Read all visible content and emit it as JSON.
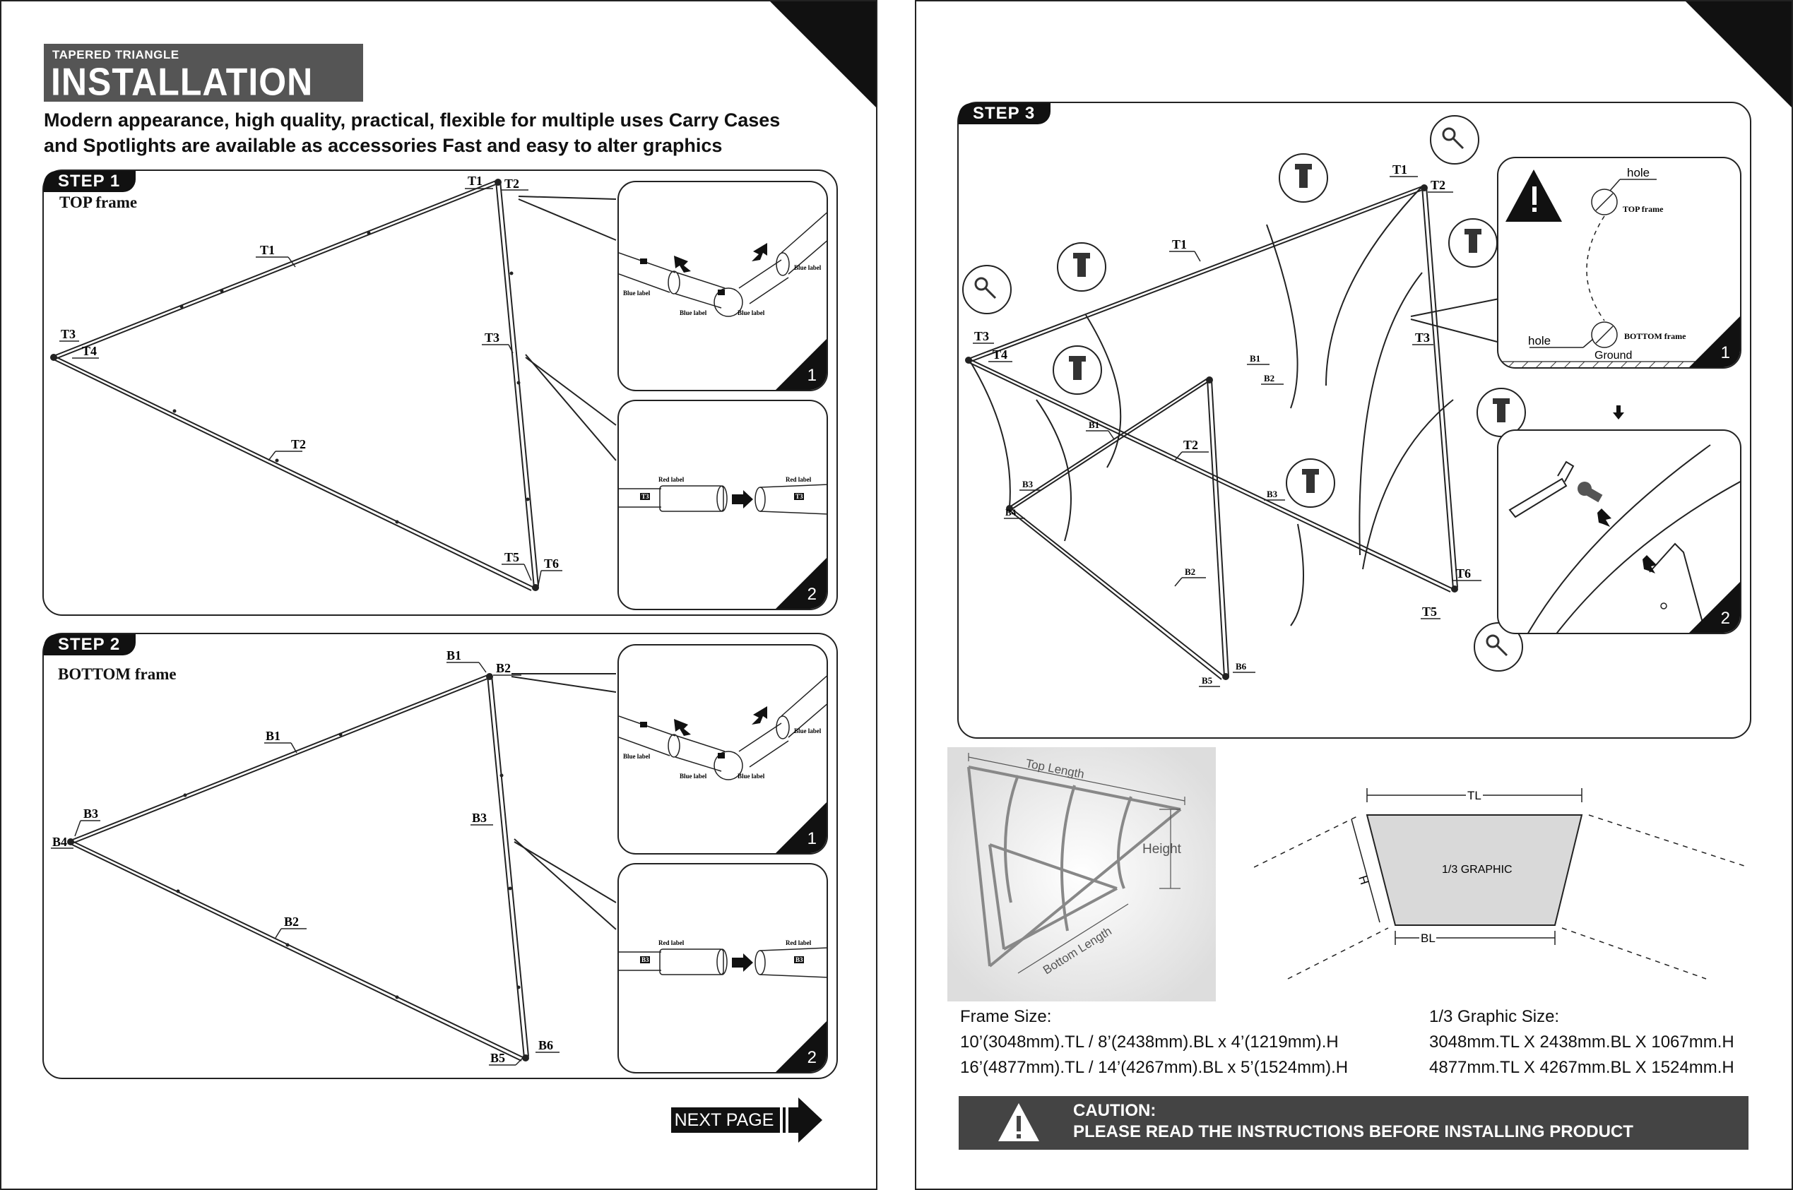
{
  "header": {
    "title_small": "TAPERED TRIANGLE",
    "title_big": "INSTALLATION STEPS",
    "intro_line1": "Modern appearance, high quality, practical, flexible for multiple uses Carry Cases",
    "intro_line2": "and Spotlights are available as accessories Fast and easy to alter graphics"
  },
  "step1": {
    "tab": "STEP 1",
    "frame": "TOP frame",
    "labels": {
      "t1a": "T1",
      "t1b": "T1",
      "t2a": "T2",
      "t2b": "T2",
      "t3a": "T3",
      "t3b": "T3",
      "t4": "T4",
      "t5": "T5",
      "t6": "T6"
    },
    "inset1": {
      "num": "1",
      "blue1": "Blue label",
      "blue2": "Blue label",
      "blue3": "Blue label",
      "blue4": "Blue label"
    },
    "inset2": {
      "num": "2",
      "red1": "Red label",
      "red2": "Red label",
      "tag1": "T3",
      "tag2": "T3"
    }
  },
  "step2": {
    "tab": "STEP 2",
    "frame": "BOTTOM frame",
    "labels": {
      "b1a": "B1",
      "b1b": "B1",
      "b2a": "B2",
      "b2b": "B2",
      "b3a": "B3",
      "b3b": "B3",
      "b4": "B4",
      "b5": "B5",
      "b6": "B6"
    },
    "inset1": {
      "num": "1",
      "blue1": "Blue label",
      "blue2": "Blue label",
      "blue3": "Blue label",
      "blue4": "Blue label"
    },
    "inset2": {
      "num": "2",
      "red1": "Red label",
      "red2": "Red label",
      "tag1": "B3",
      "tag2": "B3"
    }
  },
  "next_page": "NEXT PAGE",
  "step3": {
    "tab": "STEP 3",
    "labels": {
      "t1a": "T1",
      "t1b": "T1",
      "t2a": "T2",
      "t2b": "T2",
      "t3a": "T3",
      "t3b": "T3",
      "t4": "T4",
      "t5": "T5",
      "t6": "T6",
      "b1a": "B1",
      "b1b": "B1",
      "b2a": "B2",
      "b2b": "B2",
      "b3a": "B3",
      "b3b": "B3",
      "b4": "B4",
      "b5": "B5",
      "b6": "B6"
    },
    "inset1": {
      "num": "1",
      "hole_top": "hole",
      "hole_bottom": "hole",
      "top_frame": "TOP frame",
      "bottom_frame": "BOTTOM frame",
      "ground": "Ground"
    },
    "inset2": {
      "num": "2"
    }
  },
  "dimensions": {
    "top_length": "Top Length",
    "height": "Height",
    "bottom_length": "Bottom Length",
    "tl": "TL",
    "h": "H",
    "bl": "BL",
    "graphic": "1/3 GRAPHIC"
  },
  "specs": {
    "frame_title": "Frame Size:",
    "frame_line1": "10’(3048mm).TL / 8’(2438mm).BL x 4’(1219mm).H",
    "frame_line2": "16’(4877mm).TL / 14’(4267mm).BL x 5’(1524mm).H",
    "graphic_title": "1/3 Graphic Size:",
    "graphic_line1": "3048mm.TL X 2438mm.BL X 1067mm.H",
    "graphic_line2": "4877mm.TL X 4267mm.BL X 1524mm.H"
  },
  "caution": {
    "line1": "CAUTION:",
    "line2": "PLEASE READ THE INSTRUCTIONS BEFORE INSTALLING PRODUCT"
  }
}
